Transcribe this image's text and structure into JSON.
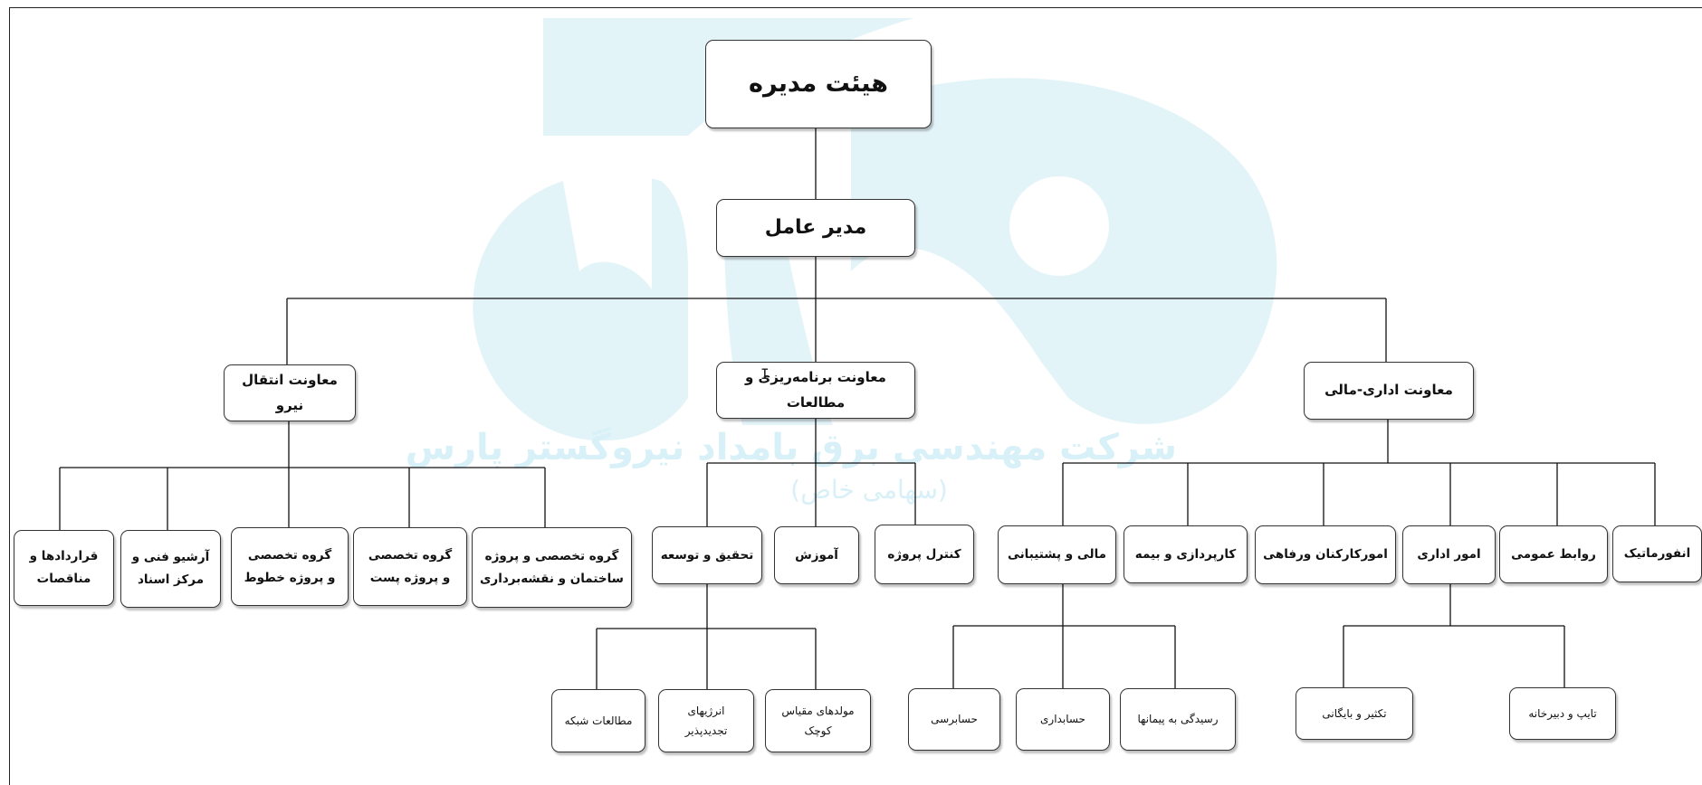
{
  "watermark": {
    "company": "شرکت مهندسی برق بامداد نیروگستر پارس",
    "type": "(سهامی  خاص)",
    "logo_color": "#e3f4f9"
  },
  "chart": {
    "board": "هیئت مدیره",
    "ceo": "مدیر عامل",
    "deputies": {
      "transmission": "معاونت انتقال نیرو",
      "planning": "معاونت برنامه‌ریزی و مطالعات",
      "admin_finance": "معاونت اداری-مالی"
    },
    "transmission_units": [
      [
        "قراردادها و",
        "مناقصات"
      ],
      [
        "آرشیو فنی و",
        "مرکز اسناد"
      ],
      [
        "گروه تخصصی",
        "و پروژه خطوط"
      ],
      [
        "گروه تخصصی",
        "و پروژه پست"
      ],
      [
        "گروه تخصصی  و پروژه",
        "ساختمان و نقشه‌برداری"
      ]
    ],
    "planning_units": {
      "rnd": "تحقیق و توسعه",
      "training": "آموزش",
      "project_control": "کنترل پروژه"
    },
    "rnd_units": {
      "network_studies": "مطالعات شبکه",
      "renewables": [
        "انرژیهای",
        "تجدیدپذیر"
      ],
      "small_generators": [
        "مولدهای مقیاس",
        "کوچک"
      ]
    },
    "admin_units": {
      "finance_support": "مالی و پشتیبانی",
      "procurement": "کارپردازی و بیمه",
      "personnel_welfare": "امورکارکنان ورفاهی",
      "admin_affairs": "امور اداری",
      "public_relations": "روابط عمومی",
      "informatics": "انفورماتیک"
    },
    "finance_units": {
      "audit": "حسابرسی",
      "accounting": "حسابداری",
      "contracts_review": "رسیدگی به پیمانها"
    },
    "admin_affairs_units": {
      "copy_archive": "تکثیر و بایگانی",
      "typing_secretariat": "تایپ و دبیرخانه"
    }
  },
  "cursor_glyph": "I"
}
